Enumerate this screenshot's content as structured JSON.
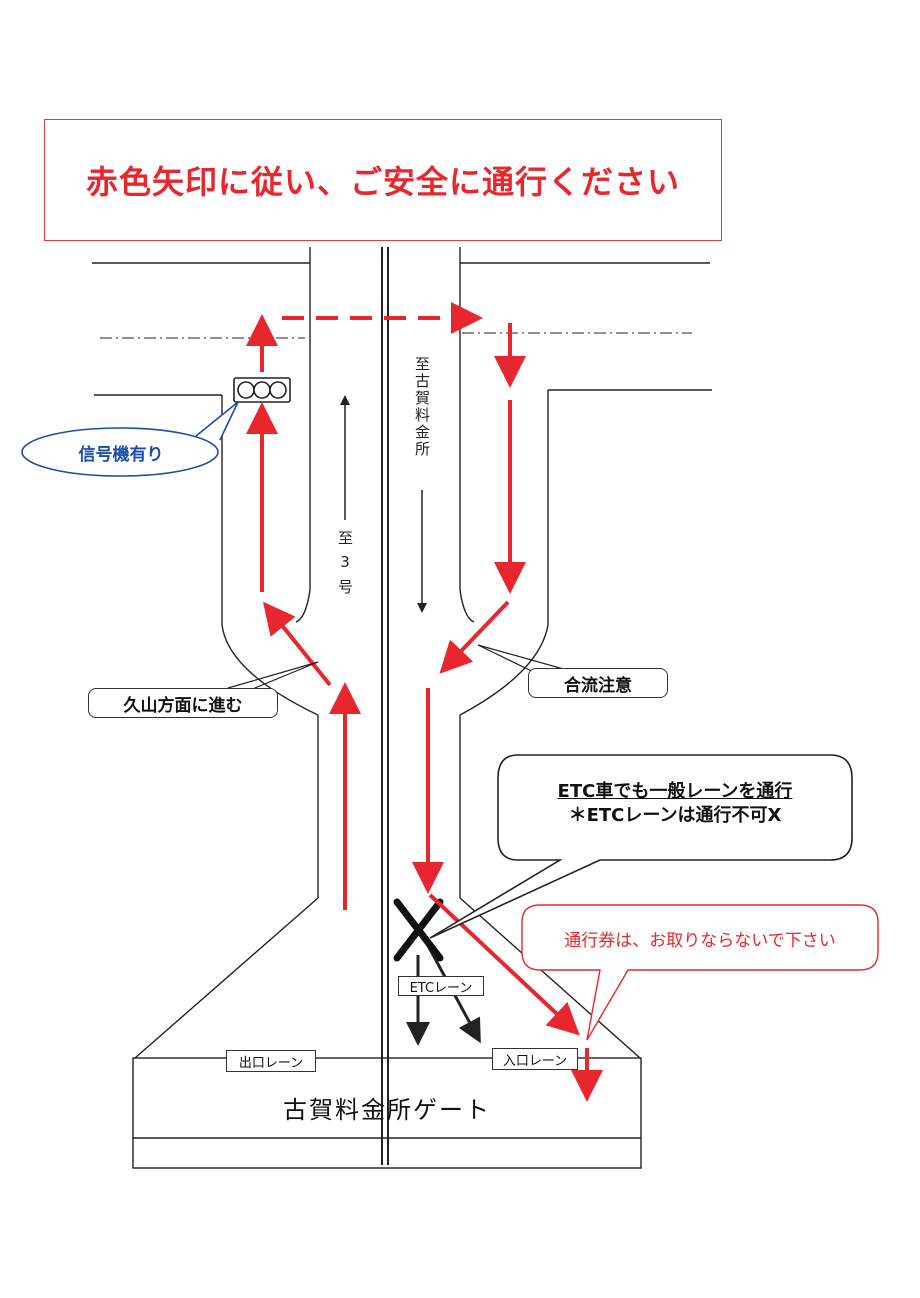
{
  "banner": {
    "text": "赤色矢印に従い、ご安全に通行ください"
  },
  "road_labels": {
    "north_to_tollgate": "至古賀料金所",
    "south_to_route3": "至3号"
  },
  "callouts": {
    "signal": "信号機有り",
    "merge": "合流注意",
    "kuyama": "久山方面に進む",
    "etc_line1": "ETC車でも一般レーンを通行",
    "etc_line2": "＊ETCレーンは通行不可X",
    "ticket": "通行券は、お取りならないで下さい"
  },
  "lanes": {
    "etc": "ETCレーン",
    "exit": "出口レーン",
    "entry": "入口レーン"
  },
  "gate": {
    "title": "古賀料金所ゲート"
  },
  "colors": {
    "route_red": "#e8262d",
    "line_black": "#222222",
    "signal_callout_blue": "#1b4ea8"
  },
  "icons": [
    "traffic-signal-icon",
    "no-entry-cross-icon"
  ]
}
